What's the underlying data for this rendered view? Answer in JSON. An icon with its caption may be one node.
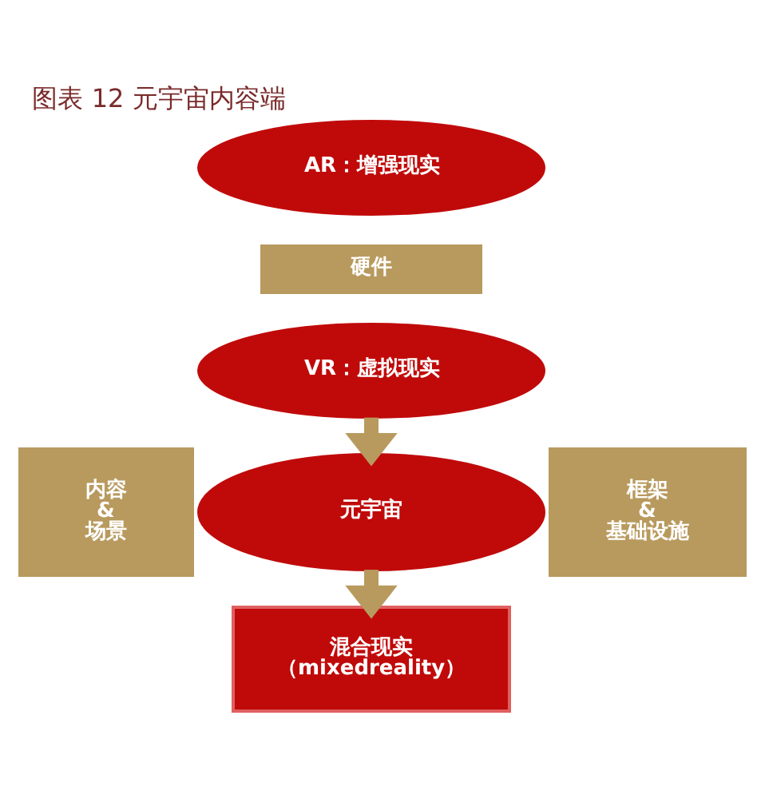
{
  "diagram": {
    "title": "图表 12 元宇宙内容端",
    "nodes": [
      {
        "text": [
          "AR：增强现实"
        ]
      },
      {
        "text": [
          "硬件"
        ]
      },
      {
        "text": [
          "VR：虚拟现实"
        ]
      },
      {
        "text": [
          "内容 & 场景"
        ]
      },
      {
        "text": [
          "元宇宙"
        ]
      },
      {
        "text": [
          "框架 & 基础设施"
        ]
      },
      {
        "text": [
          "混合现实",
          "（mixedreality）"
        ]
      }
    ],
    "edges": [
      {
        "from": 2,
        "to": 4,
        "arrow": "to"
      },
      {
        "from": 4,
        "to": 6,
        "arrow": "to"
      }
    ]
  }
}
